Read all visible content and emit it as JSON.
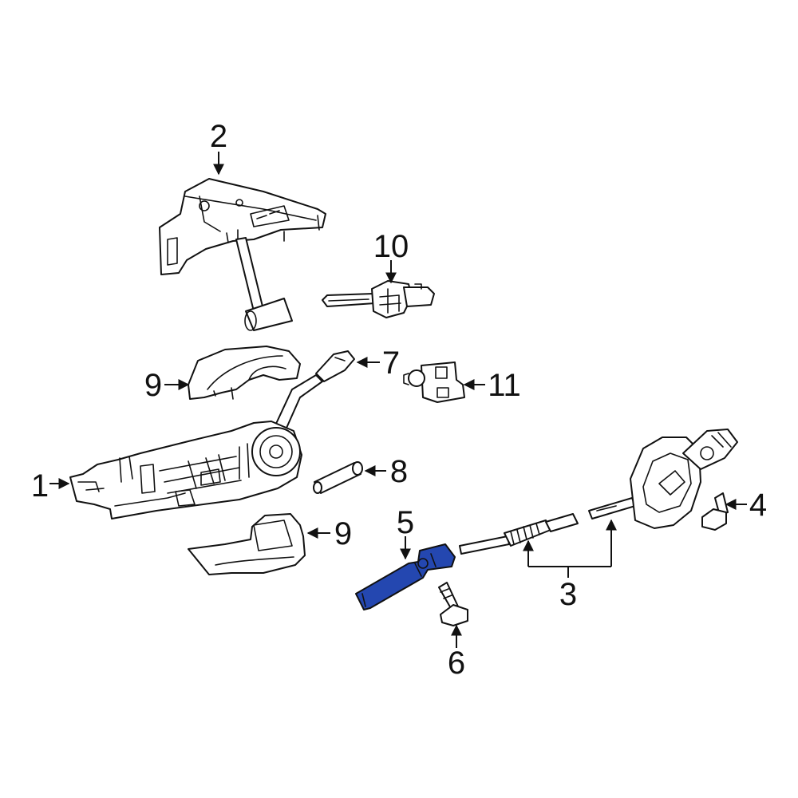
{
  "diagram": {
    "callouts": {
      "c1": "1",
      "c2": "2",
      "c3": "3",
      "c4": "4",
      "c5": "5",
      "c6": "6",
      "c7": "7",
      "c8": "8",
      "c9_upper": "9",
      "c9_lower": "9",
      "c10": "10",
      "c11": "11"
    },
    "colors": {
      "highlight": "#2447B0",
      "line": "#111111",
      "background": "#FFFFFF"
    }
  }
}
